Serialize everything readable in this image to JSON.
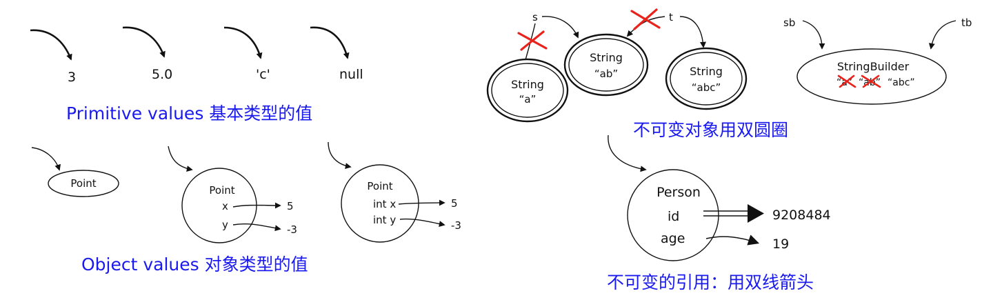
{
  "colors": {
    "caption": "#1a1aee",
    "ink": "#111111",
    "cross": "#e8231b"
  },
  "primitives": {
    "values": [
      "3",
      "5.0",
      "'c'",
      "null"
    ],
    "caption": "Primitive values 基本类型的值"
  },
  "objects": {
    "simple": {
      "type": "Point"
    },
    "point_xy": {
      "type": "Point",
      "fields": [
        "x",
        "y"
      ],
      "values": [
        "5",
        "-3"
      ]
    },
    "point_int": {
      "type": "Point",
      "fields": [
        "int x",
        "int y"
      ],
      "values": [
        "5",
        "-3"
      ]
    },
    "caption": "Object values 对象类型的值"
  },
  "immutable": {
    "var_s": "s",
    "var_t": "t",
    "strings": [
      {
        "type": "String",
        "value": "“a”"
      },
      {
        "type": "String",
        "value": "“ab”"
      },
      {
        "type": "String",
        "value": "“abc”"
      }
    ],
    "caption": "不可变对象用双圆圈"
  },
  "mutable": {
    "var_sb": "sb",
    "var_tb": "tb",
    "type": "StringBuilder",
    "values": [
      "“a”",
      "“ab”",
      "“abc”"
    ]
  },
  "person": {
    "type": "Person",
    "fields": [
      "id",
      "age"
    ],
    "values": [
      "9208484",
      "19"
    ],
    "caption": "不可变的引用：用双线箭头"
  }
}
